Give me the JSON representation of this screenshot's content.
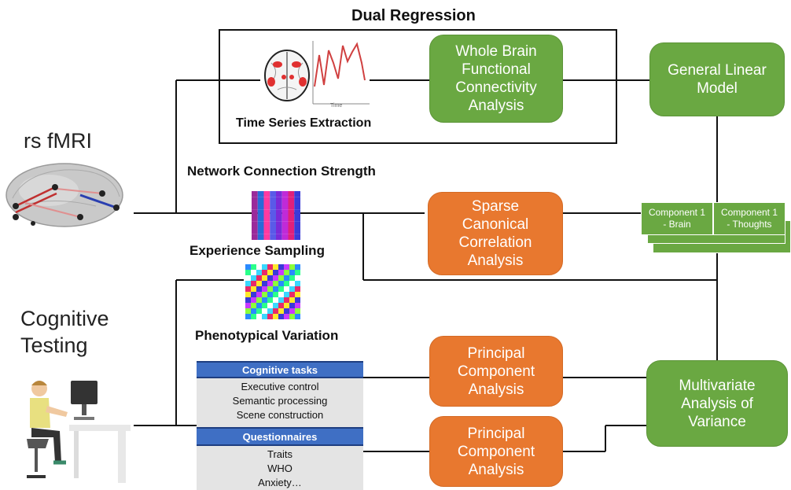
{
  "title": "Dual Regression",
  "inputs": {
    "rs_fmri": "rs fMRI",
    "cognitive_testing": "Cognitive\nTesting"
  },
  "labels": {
    "time_series": "Time Series Extraction",
    "time_axis": "Time",
    "network": "Network Connection Strength",
    "experience": "Experience Sampling",
    "phenotypical": "Phenotypical Variation"
  },
  "boxes": {
    "whole_brain": "Whole Brain\nFunctional\nConnectivity\nAnalysis",
    "glm": "General Linear\nModel",
    "scca": "Sparse\nCanonical\nCorrelation\nAnalysis",
    "pca1": "Principal\nComponent\nAnalysis",
    "pca2": "Principal\nComponent\nAnalysis",
    "manova": "Multivariate\nAnalysis of\nVariance"
  },
  "components": {
    "brain": "Component 1\n- Brain",
    "thoughts": "Component 1\n- Thoughts"
  },
  "table": {
    "header1": "Cognitive tasks",
    "items1": [
      "Executive control",
      "Semantic processing",
      "Scene construction"
    ],
    "header2": "Questionnaires",
    "items2": [
      "Traits",
      "WHO",
      "Anxiety…"
    ]
  },
  "colors": {
    "green": "#6aa842",
    "orange": "#e8782f",
    "table_header": "#3f6fc4"
  }
}
